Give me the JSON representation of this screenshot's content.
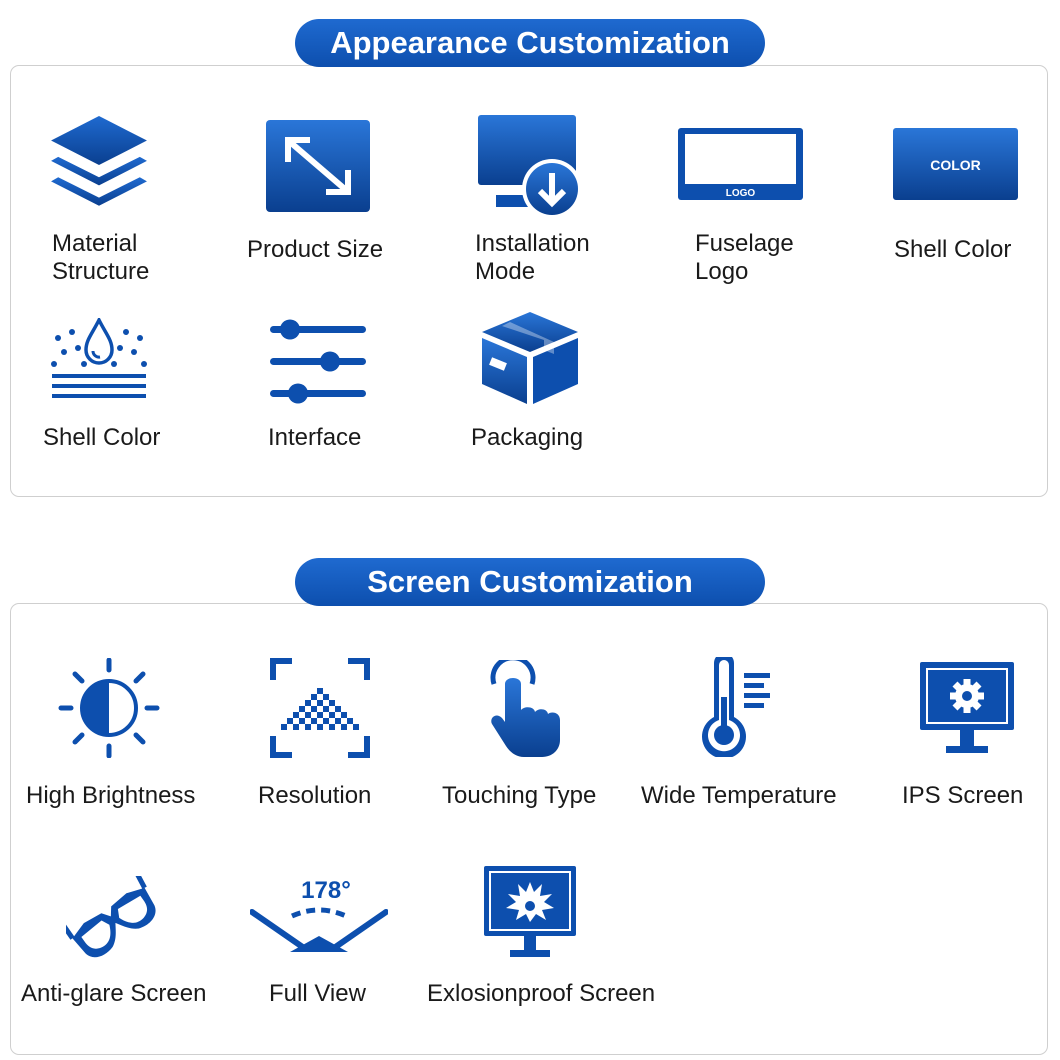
{
  "sections": [
    {
      "title": "Appearance Customization",
      "items": [
        {
          "label": "Material\nStructure",
          "icon": "layers-icon"
        },
        {
          "label": "Product Size",
          "icon": "resize-arrow-icon"
        },
        {
          "label": "Installation\nMode",
          "icon": "monitor-download-icon"
        },
        {
          "label": "Fuselage\nLogo",
          "icon": "logo-frame-icon"
        },
        {
          "label": "Shell Color",
          "icon": "color-card-icon"
        },
        {
          "label": "Shell Color",
          "icon": "waterproof-icon"
        },
        {
          "label": "Interface",
          "icon": "sliders-icon"
        },
        {
          "label": "Packaging",
          "icon": "package-box-icon"
        }
      ]
    },
    {
      "title": "Screen Customization",
      "items": [
        {
          "label": "High Brightness",
          "icon": "brightness-icon"
        },
        {
          "label": "Resolution",
          "icon": "resolution-icon"
        },
        {
          "label": "Touching Type",
          "icon": "touch-hand-icon"
        },
        {
          "label": "Wide Temperature",
          "icon": "thermometer-icon"
        },
        {
          "label": "IPS Screen",
          "icon": "ips-monitor-icon"
        },
        {
          "label": "Anti-glare Screen",
          "icon": "glasses-icon"
        },
        {
          "label": "Full View",
          "icon": "viewing-angle-icon"
        },
        {
          "label": "Exlosionproof Screen",
          "icon": "explosion-monitor-icon"
        }
      ]
    }
  ],
  "icon_text": {
    "logo": "LOGO",
    "color": "COLOR",
    "angle": "178°"
  },
  "colors": {
    "accent": "#0d4fae",
    "accent_light": "#1f6ad0",
    "border": "#cfcfcf",
    "text": "#1a1a1a"
  }
}
